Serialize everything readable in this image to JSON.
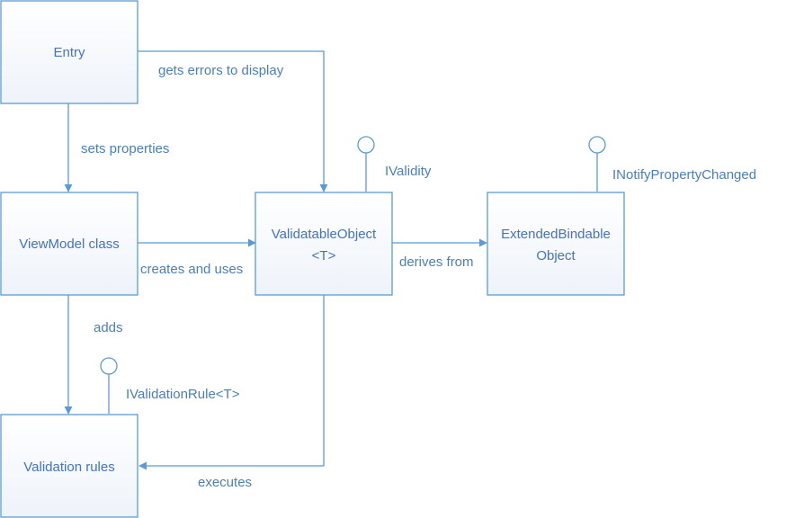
{
  "colors": {
    "stroke": "#5b9bd5",
    "text": "#4472c4",
    "box_fill_top": "#ffffff",
    "box_fill_bottom": "#eef3fa"
  },
  "nodes": {
    "entry": "Entry",
    "viewmodel": "ViewModel class",
    "validatable": [
      "ValidatableObject",
      "<T>"
    ],
    "extended": [
      "ExtendedBindable",
      "Object"
    ],
    "validation_rules": "Validation rules"
  },
  "edges": {
    "gets_errors": "gets errors to display",
    "sets_properties": "sets properties",
    "creates_and_uses": "creates and uses",
    "derives_from": "derives from",
    "adds": "adds",
    "executes": "executes"
  },
  "interfaces": {
    "ivalidity": "IValidity",
    "inotify": "INotifyPropertyChanged",
    "ivalidationrule": "IValidationRule<T>"
  }
}
